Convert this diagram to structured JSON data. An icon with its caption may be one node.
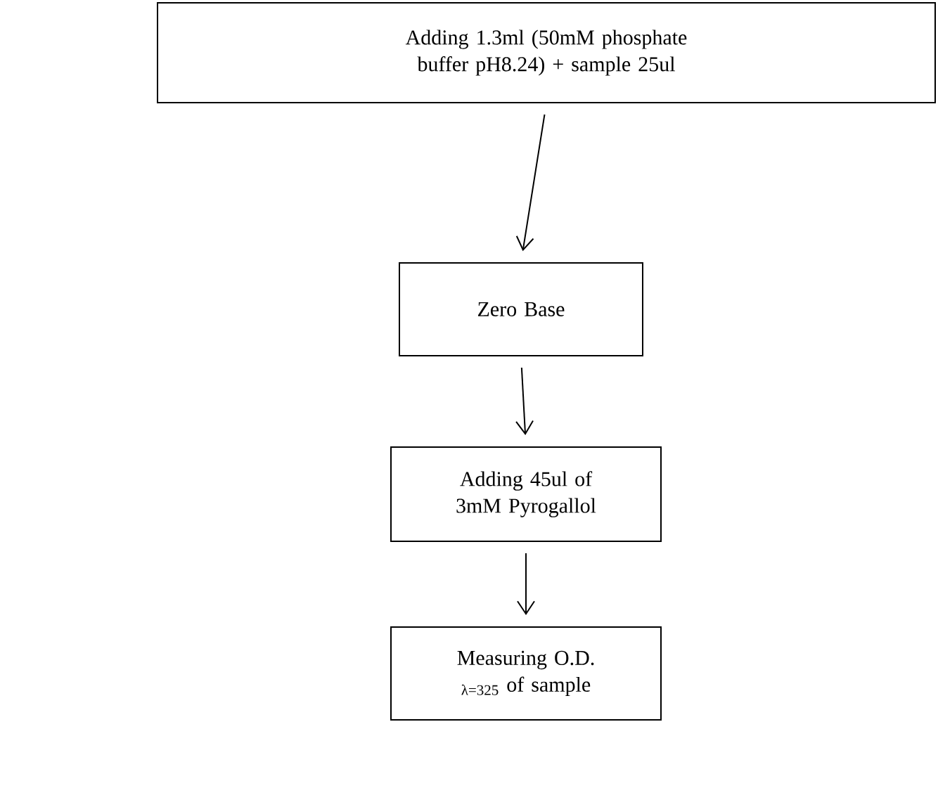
{
  "diagram": {
    "nodes": [
      {
        "text": [
          "Adding 1.3ml (50mM phosphate buffer pH8.24) + sample 25ul"
        ]
      },
      {
        "text": [
          "Zero Base"
        ]
      },
      {
        "text": [
          "Adding 45ul of 3mM Pyrogallol"
        ]
      },
      {
        "text": [
          "Measuring O.D. $_{λ=325}$ of sample"
        ]
      }
    ],
    "edges": [
      {
        "from": 0,
        "to": 1,
        "arrow": "to"
      },
      {
        "from": 1,
        "to": 2,
        "arrow": "to"
      },
      {
        "from": 2,
        "to": 3,
        "arrow": "to"
      }
    ]
  }
}
